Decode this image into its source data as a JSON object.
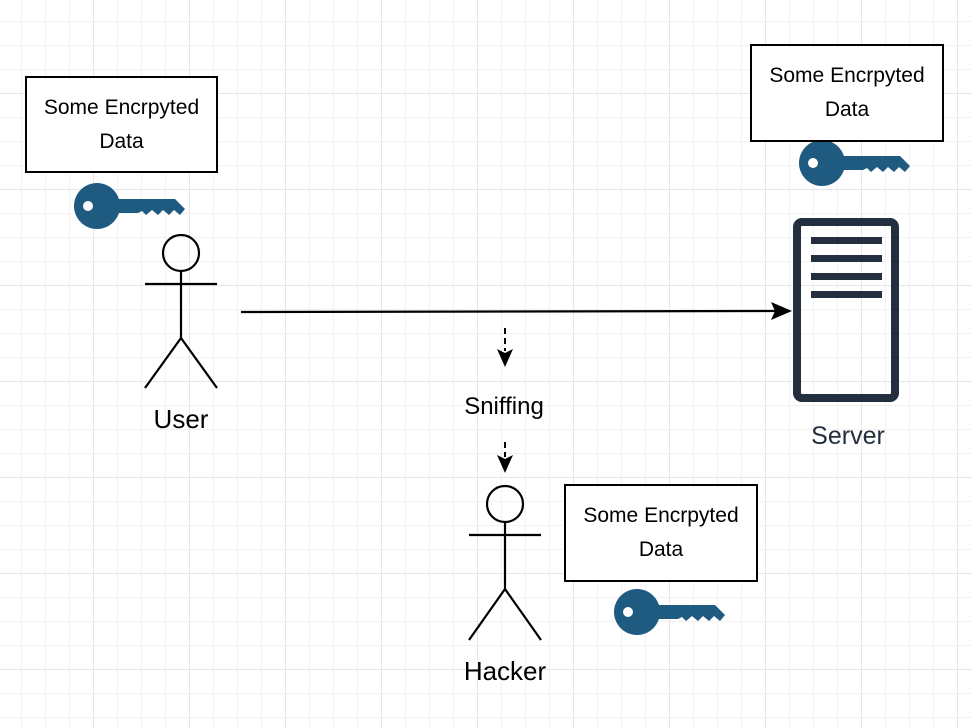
{
  "user": {
    "label": "User",
    "note": [
      "Some Encrpyted",
      "Data"
    ],
    "key_icon": "key-icon"
  },
  "server": {
    "label": "Server",
    "note": [
      "Some Encrpyted",
      "Data"
    ],
    "key_icon": "key-icon",
    "icon": "server-icon"
  },
  "hacker": {
    "label": "Hacker",
    "note": [
      "Some Encrpyted",
      "Data"
    ],
    "key_icon": "key-icon"
  },
  "sniffing": {
    "label": "Sniffing"
  },
  "colors": {
    "key": "#1f5a80",
    "server": "#232f3e",
    "line": "#000000",
    "grid": "#e6e6e6"
  }
}
